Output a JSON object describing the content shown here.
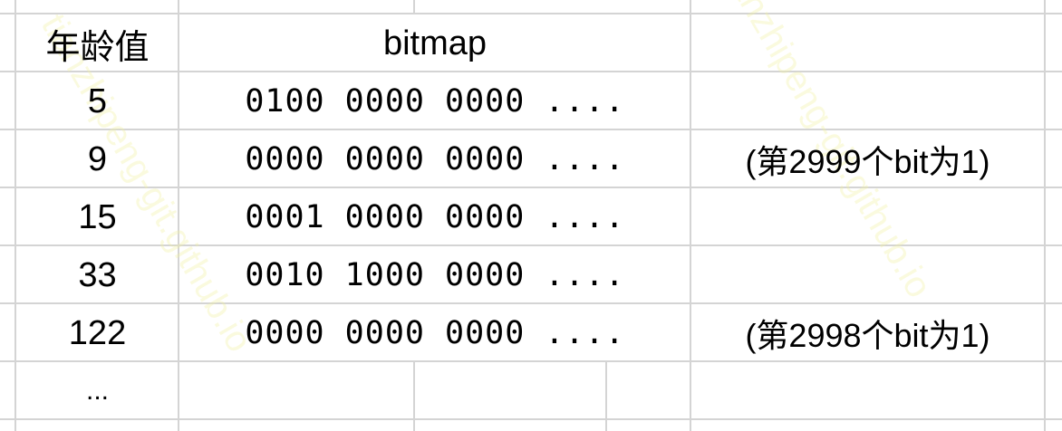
{
  "header": {
    "age": "年龄值",
    "bitmap": "bitmap"
  },
  "rows": [
    {
      "age": "5",
      "bitmap": "0100 0000 0000 ....",
      "note": ""
    },
    {
      "age": "9",
      "bitmap": "0000 0000 0000 ....",
      "note": "(第2999个bit为1)"
    },
    {
      "age": "15",
      "bitmap": "0001 0000 0000 ....",
      "note": ""
    },
    {
      "age": "33",
      "bitmap": "0010 1000 0000 ....",
      "note": ""
    },
    {
      "age": "122",
      "bitmap": "0000 0000 0000 ....",
      "note": "(第2998个bit为1)"
    },
    {
      "age": "...",
      "bitmap": "",
      "note": ""
    }
  ]
}
